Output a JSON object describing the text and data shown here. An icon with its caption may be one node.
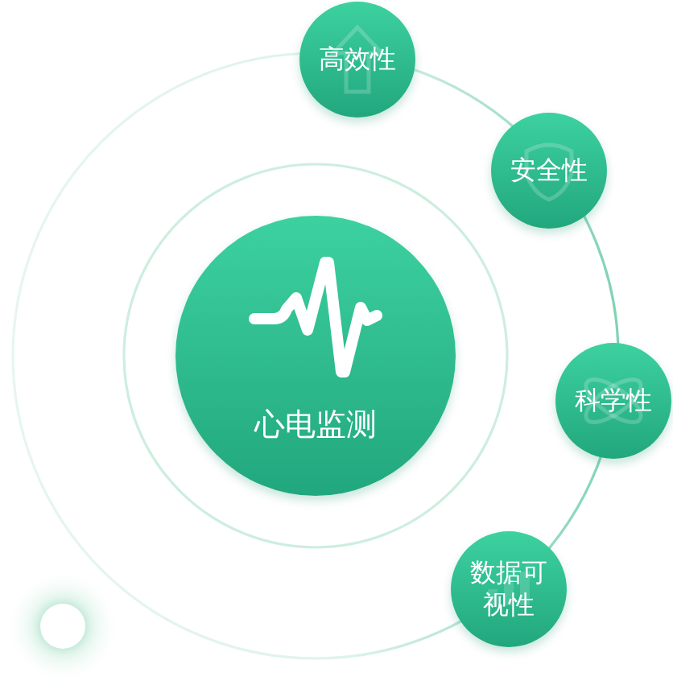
{
  "diagram": {
    "nodes": [
      {
        "text": [
          "心电监测"
        ]
      },
      {
        "text": [
          "高效性"
        ]
      },
      {
        "text": [
          "安全性"
        ]
      },
      {
        "text": [
          "科学性"
        ]
      },
      {
        "text": [
          "数据可视性"
        ]
      },
      {
        "text": [],
        "shape": "circle"
      }
    ]
  }
}
